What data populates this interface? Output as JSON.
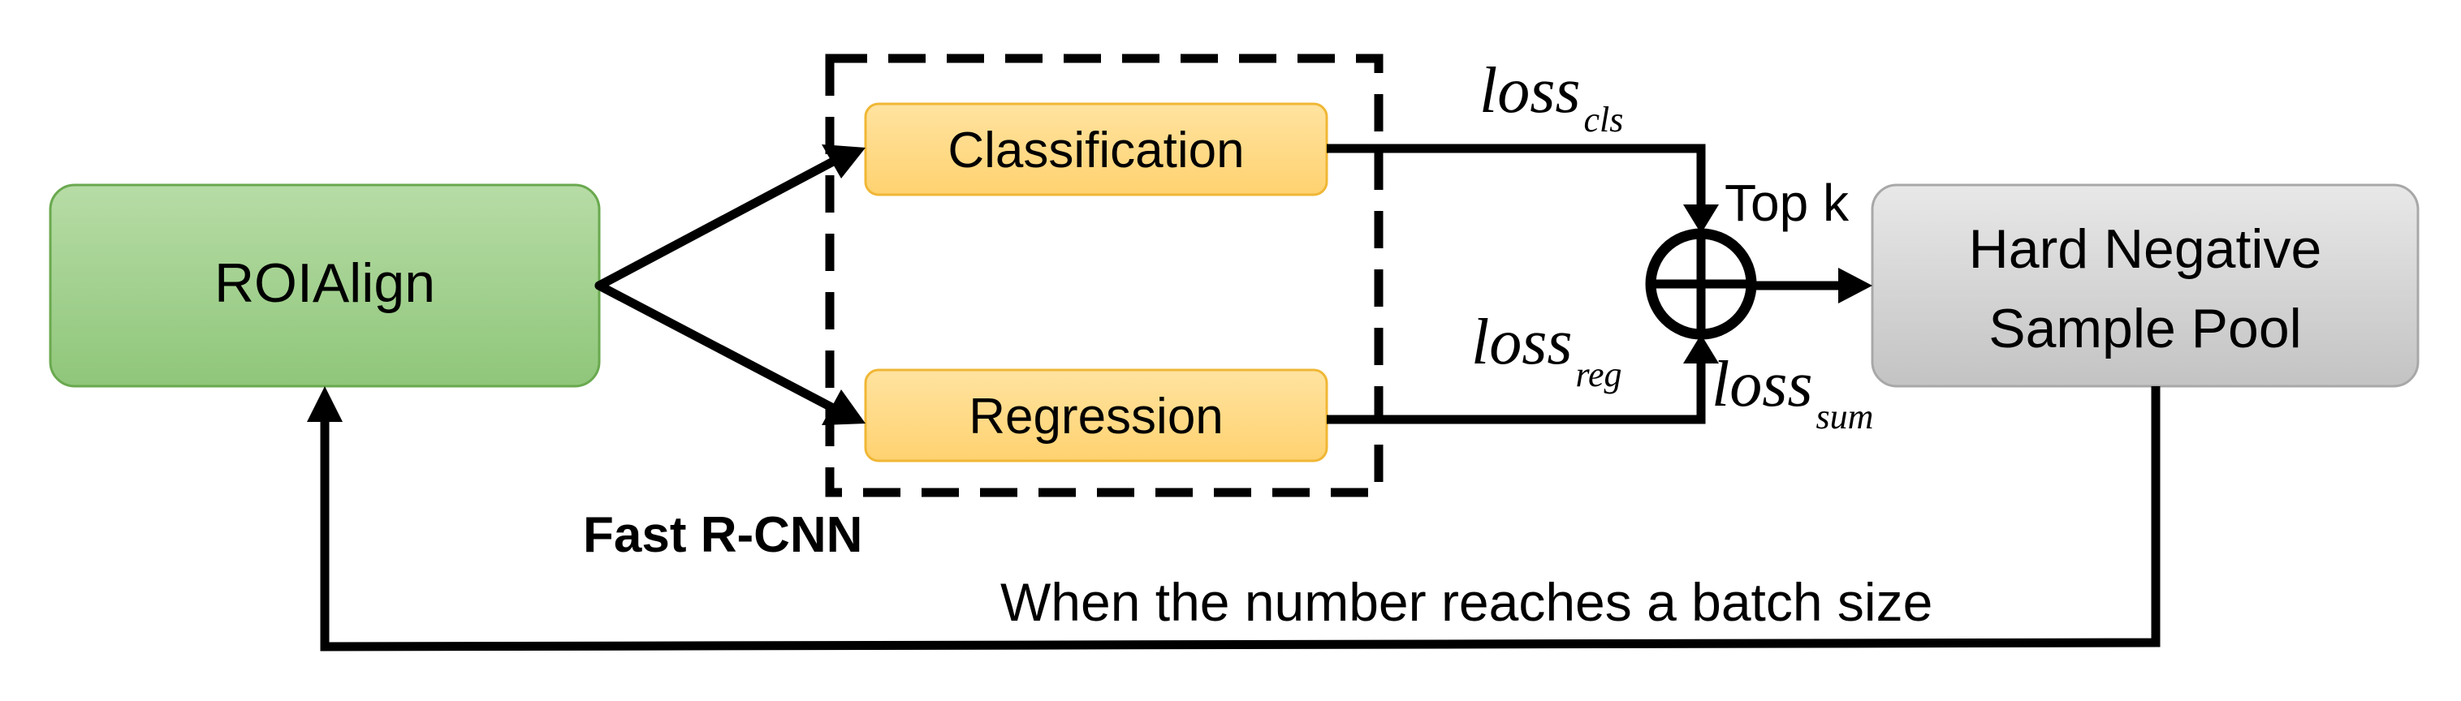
{
  "nodes": {
    "roialign": {
      "label": "ROIAlign",
      "fill_top": "#b7dca6",
      "fill_bottom": "#8fc67a",
      "stroke": "#6aa94f"
    },
    "classification": {
      "label": "Classification",
      "fill_top": "#ffe3a0",
      "fill_bottom": "#ffd270",
      "stroke": "#f0b735"
    },
    "regression": {
      "label": "Regression",
      "fill_top": "#ffe3a0",
      "fill_bottom": "#ffd270",
      "stroke": "#f0b735"
    },
    "pool": {
      "line1": "Hard Negative",
      "line2": "Sample Pool",
      "fill_top": "#e8e8e8",
      "fill_bottom": "#c3c3c3",
      "stroke": "#a8a8a8"
    }
  },
  "group": {
    "label": "Fast R-CNN"
  },
  "losses": {
    "cls": {
      "base": "loss",
      "sub": "cls"
    },
    "reg": {
      "base": "loss",
      "sub": "reg"
    },
    "sum": {
      "base": "loss",
      "sub": "sum"
    }
  },
  "topk_label": "Top k",
  "feedback_label": "When the number reaches a batch size",
  "sum_symbol": "circled-plus"
}
